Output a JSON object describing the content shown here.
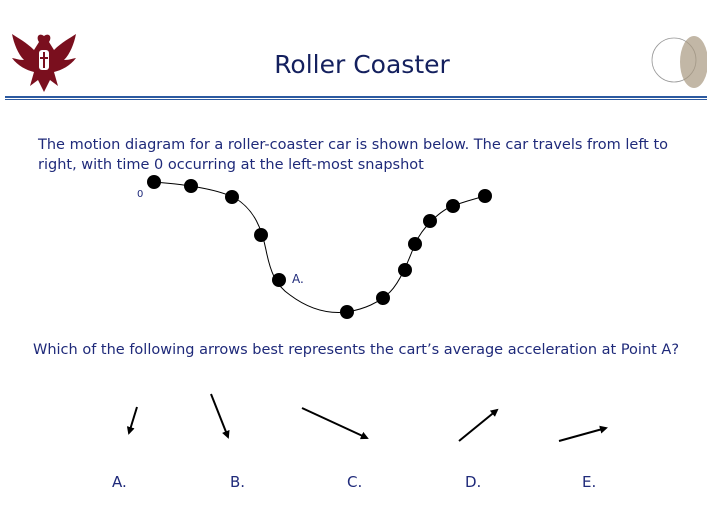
{
  "title": "Roller Coaster",
  "intro": "The motion diagram for a roller-coaster car is shown below.  The car travels from left to right, with time 0 occurring at the left-most snapshot",
  "diagram": {
    "time_zero_label": "0",
    "point_label": "A."
  },
  "question": "Which of the following arrows best represents the cart’s average acceleration at Point A?",
  "options": [
    "A.",
    "B.",
    "C.",
    "D.",
    "E."
  ],
  "colors": {
    "text": "#1f2a7a",
    "title": "#14205e",
    "rule": "#2d5aa0",
    "crest": "#7a0f1e"
  }
}
